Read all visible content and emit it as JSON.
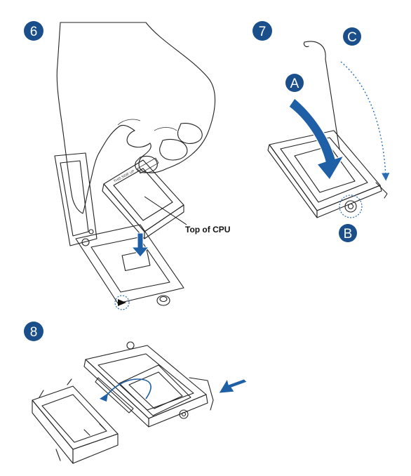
{
  "steps": [
    {
      "number": "6"
    },
    {
      "number": "7",
      "callouts": [
        "A",
        "B",
        "C"
      ]
    },
    {
      "number": "8"
    }
  ],
  "labels": {
    "top_of_cpu": "Top of CPU",
    "this_side_up": "THIS SIDE UP"
  },
  "colors": {
    "badge_fill": "#1b4f8c",
    "arrow_blue": "#1f5fa6",
    "chip_fill": "#dcdcdc",
    "bracket_fill": "#c8c8c8",
    "dotted_blue": "#2a6db5"
  }
}
